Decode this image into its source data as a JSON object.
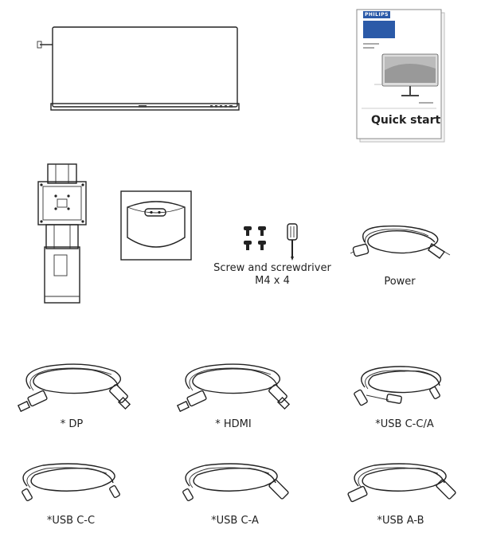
{
  "quick_start": {
    "brand": "PHILIPS",
    "title": "Quick start"
  },
  "items": {
    "screw": {
      "line1": "Screw and screwdriver",
      "line2": "M4 x 4"
    },
    "power": "Power",
    "dp": "* DP",
    "hdmi": "* HDMI",
    "usb_cc_a": "*USB C-C/A",
    "usb_cc": "*USB C-C",
    "usb_ca": "*USB C-A",
    "usb_ab": "*USB A-B"
  }
}
